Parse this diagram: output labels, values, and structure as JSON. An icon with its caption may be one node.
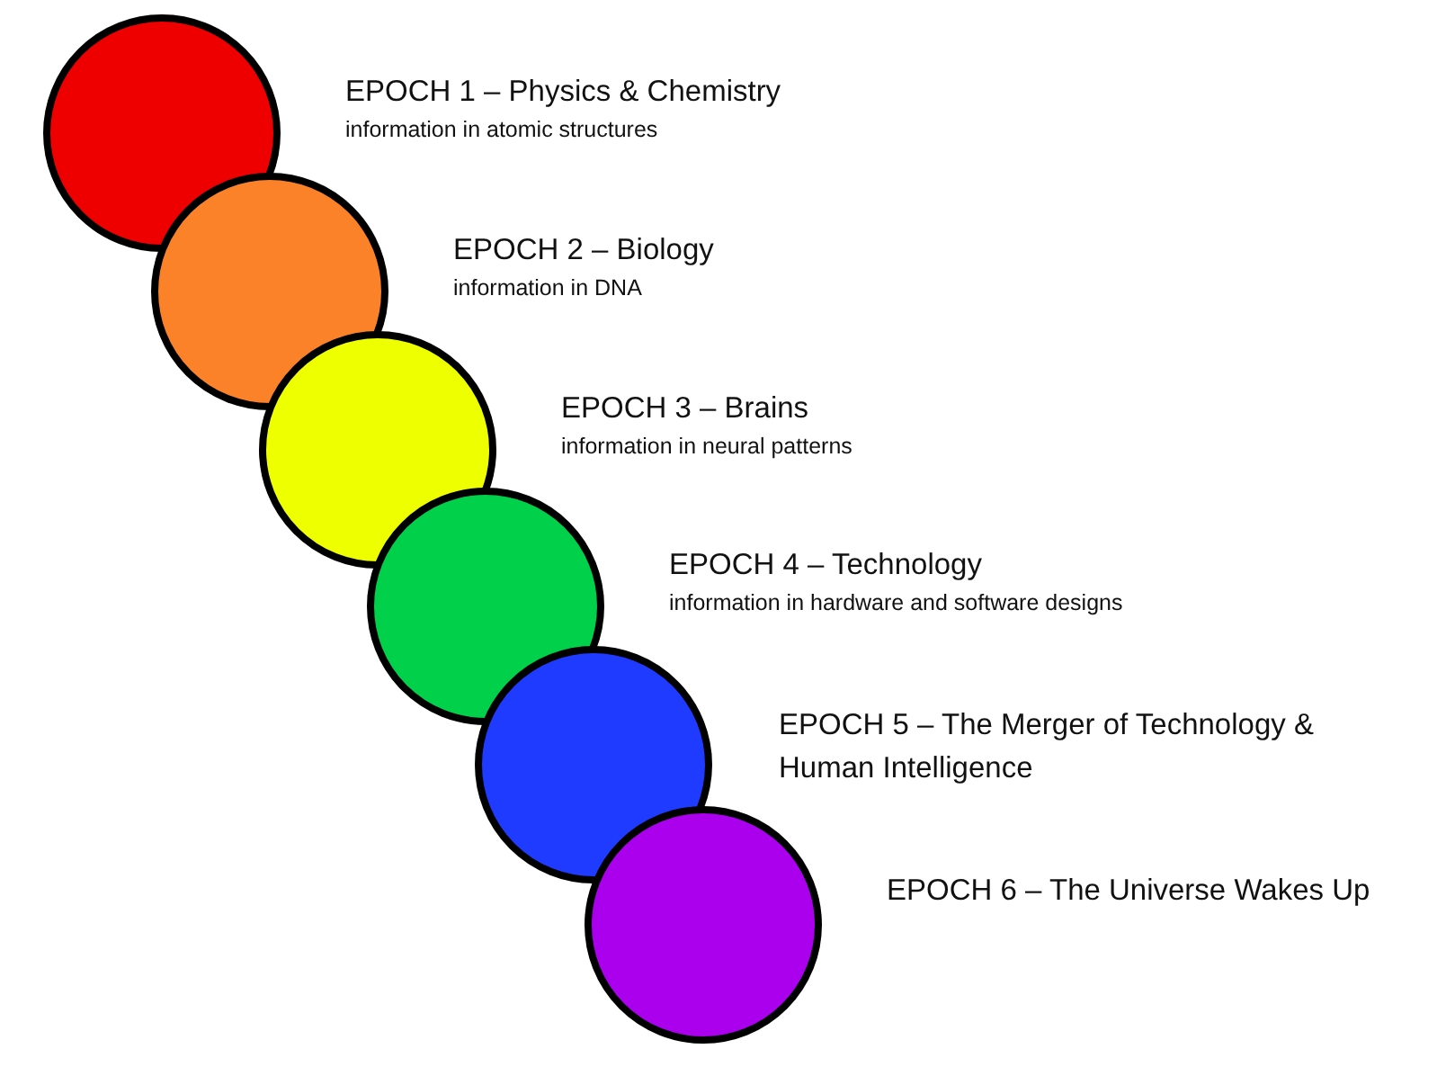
{
  "diagram": {
    "nodes": [
      {
        "text": [
          "EPOCH 1 – Physics & Chemistry",
          "information in atomic structures"
        ]
      },
      {
        "text": [
          "EPOCH 2 – Biology",
          "information in DNA"
        ]
      },
      {
        "text": [
          "EPOCH 3 – Brains",
          "information in neural patterns"
        ]
      },
      {
        "text": [
          "EPOCH 4 – Technology",
          "information in hardware and software designs"
        ]
      },
      {
        "text": [
          "EPOCH 5 – The Merger of Technology & Human Intelligence"
        ]
      },
      {
        "text": [
          "EPOCH 6 – The Universe Wakes Up"
        ]
      }
    ]
  }
}
